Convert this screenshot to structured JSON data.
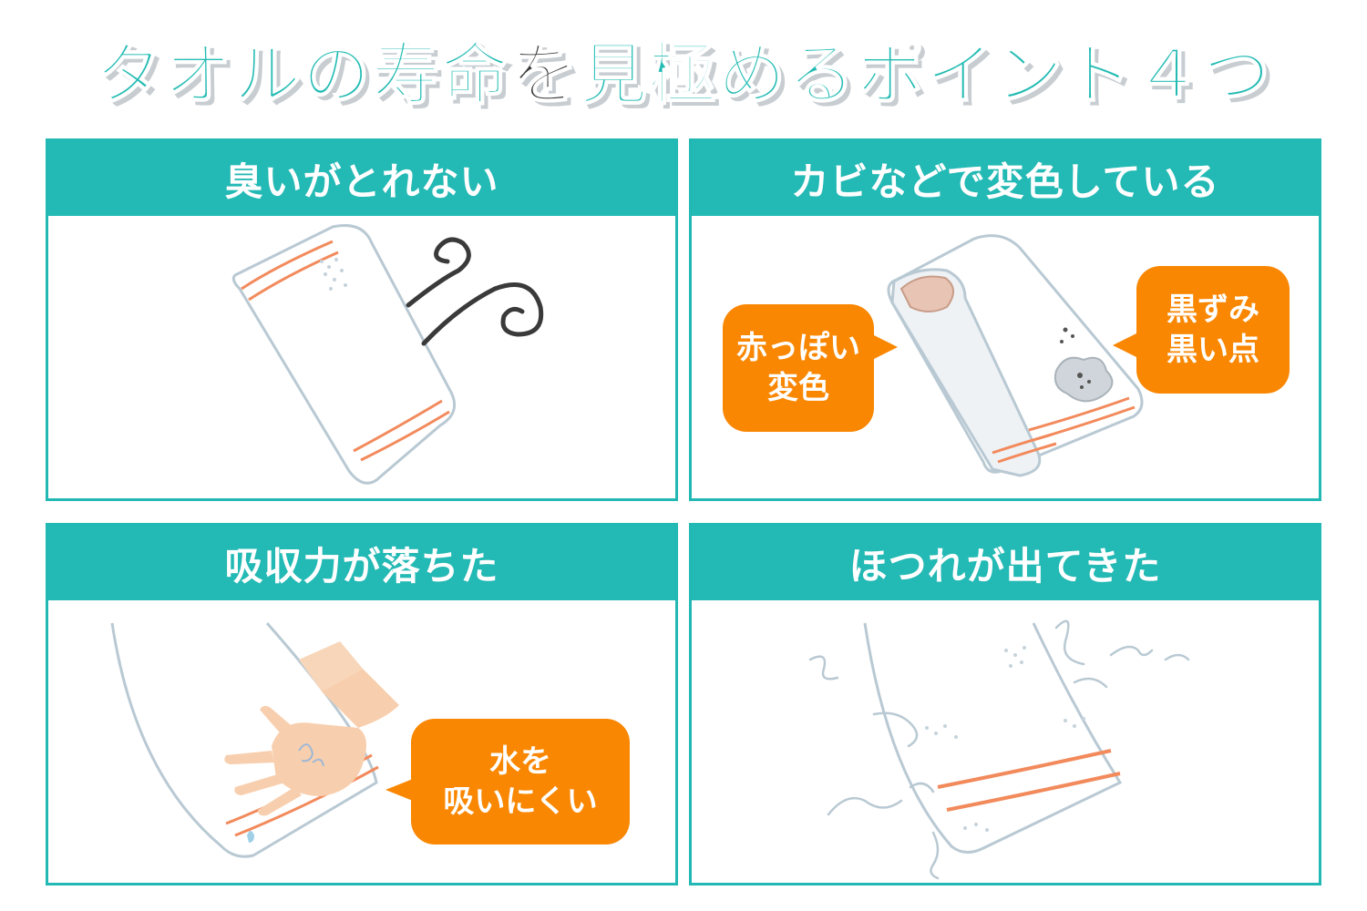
{
  "title": {
    "part1": "タオルの寿命",
    "part2": "を",
    "part3": "見極めるポイント４つ"
  },
  "panels": [
    {
      "heading": "臭いがとれない"
    },
    {
      "heading": "カビなどで変色している",
      "bubble_left": [
        "赤っぽい",
        "変色"
      ],
      "bubble_right": [
        "黒ずみ",
        "黒い点"
      ]
    },
    {
      "heading": "吸収力が落ちた",
      "bubble": [
        "水を",
        "吸いにくい"
      ]
    },
    {
      "heading": "ほつれが出てきた"
    }
  ],
  "colors": {
    "teal": "#23b9b4",
    "orange": "#f98702",
    "stripe": "#f28a5c",
    "outline": "#b9c9d3",
    "dark": "#3a3a3a"
  }
}
